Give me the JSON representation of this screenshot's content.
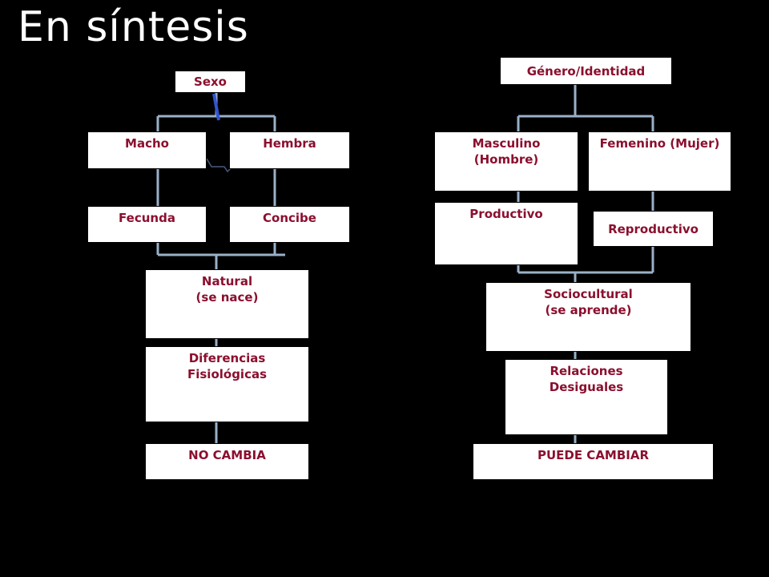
{
  "title": "En síntesis",
  "colors": {
    "background": "#000000",
    "box": "#ffffff",
    "box_text": "#8b0f2e",
    "connector": "#9ab0c8",
    "accent_line": "#3355cc"
  },
  "sexo": {
    "root": "Sexo",
    "macho": "Macho",
    "hembra": "Hembra",
    "fecunda": "Fecunda",
    "concibe": "Concibe",
    "natural": "Natural\n(se nace)",
    "diferencias": "Diferencias\nFisiológicas",
    "no_cambia": "NO CAMBIA"
  },
  "genero": {
    "root": "Género/Identidad",
    "masculino": "Masculino\n(Hombre)",
    "femenino": "Femenino (Mujer)",
    "productivo": "Productivo",
    "reproductivo": "Reproductivo",
    "sociocultural": "Sociocultural\n(se aprende)",
    "relaciones": "Relaciones\nDesiguales",
    "puede_cambiar": "PUEDE CAMBIAR"
  }
}
